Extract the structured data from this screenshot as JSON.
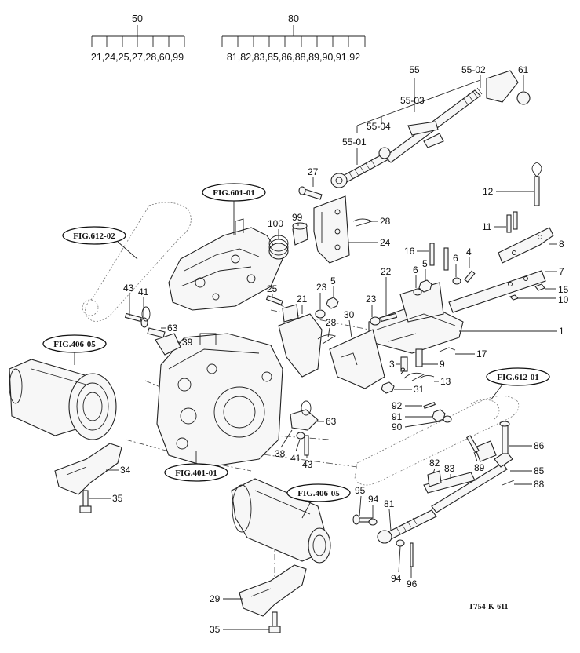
{
  "groups": [
    {
      "number": "50",
      "members": "21,24,25,27,28,60,99"
    },
    {
      "number": "80",
      "members": "81,82,83,85,86,88,89,90,91,92"
    },
    {
      "number": "55"
    }
  ],
  "figure_refs": [
    "FIG.601-01",
    "FIG.612-02",
    "FIG.406-05",
    "FIG.401-01",
    "FIG.406-05",
    "FIG.612-01"
  ],
  "callouts": [
    "55-02",
    "61",
    "55-03",
    "55-04",
    "55-01",
    "27",
    "12",
    "28",
    "24",
    "99",
    "100",
    "11",
    "8",
    "16",
    "5",
    "4",
    "6",
    "7",
    "15",
    "10",
    "23",
    "5",
    "25",
    "21",
    "22",
    "23",
    "6",
    "1",
    "43",
    "41",
    "63",
    "39",
    "28",
    "30",
    "3",
    "9",
    "17",
    "2",
    "13",
    "31",
    "92",
    "91",
    "90",
    "63",
    "86",
    "38",
    "41",
    "43",
    "89",
    "85",
    "82",
    "83",
    "88",
    "34",
    "35",
    "95",
    "94",
    "81",
    "94",
    "96",
    "29",
    "35"
  ],
  "drawing_code": "T754-K-611"
}
